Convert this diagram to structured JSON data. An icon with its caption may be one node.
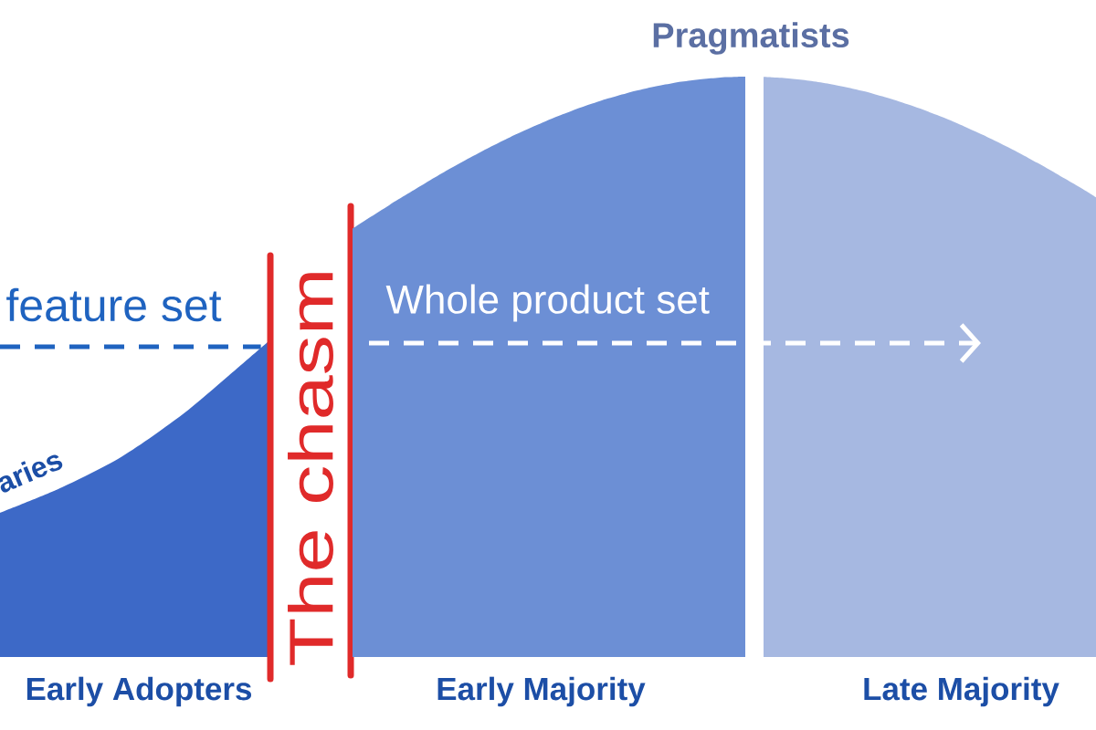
{
  "diagram": {
    "nodes": [
      {
        "text": [
          "Early Adopters"
        ]
      },
      {
        "text": [
          "The chasm"
        ]
      },
      {
        "text": [
          "Early Majority"
        ]
      },
      {
        "text": [
          "Late Majority"
        ]
      }
    ],
    "edges": [
      {
        "from": null,
        "to": 1,
        "arrow": "none",
        "label": "feature set",
        "style": "dashed",
        "color": "#1f63c0"
      },
      {
        "from": 2,
        "to": 3,
        "arrow": "to",
        "label": "Whole product set",
        "style": "dashed",
        "color": "#ffffff"
      }
    ],
    "labels": [
      "Pragmatists",
      "aries"
    ]
  }
}
